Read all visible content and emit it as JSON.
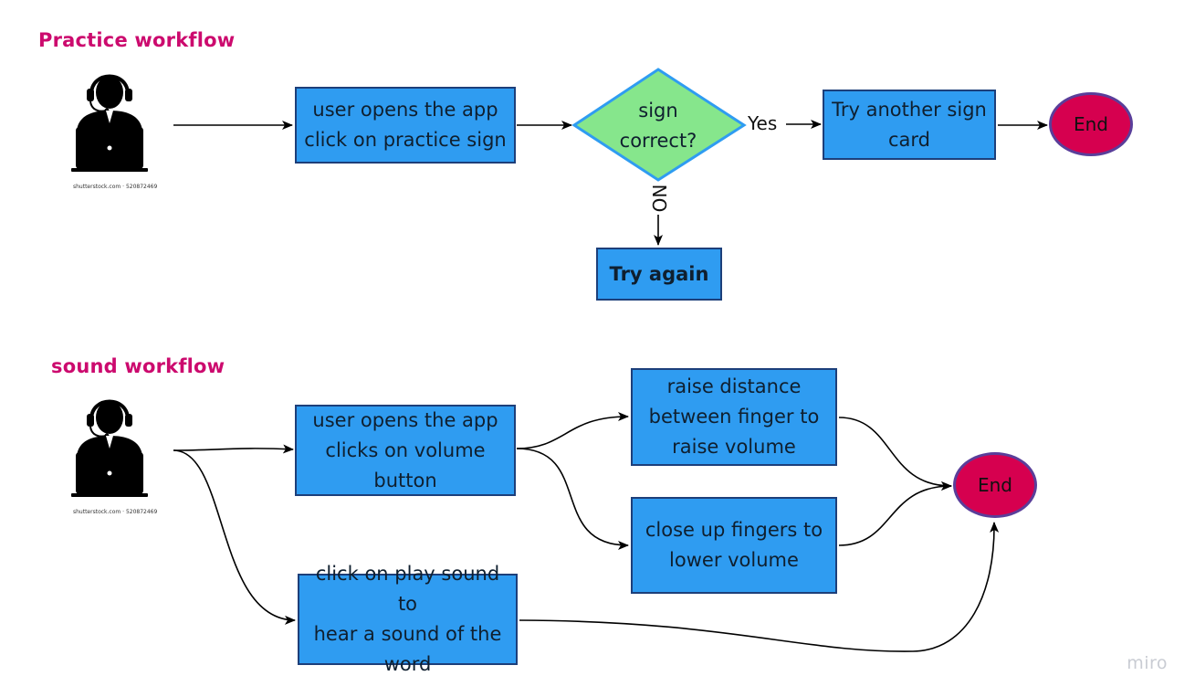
{
  "practice": {
    "title": "Practice workflow",
    "avatar_caption": "shutterstock.com · 520872469",
    "step1": "user opens the app\nclick on practice sign",
    "decision": "sign\ncorrect?",
    "yes_label": "Yes",
    "no_label": "NO",
    "step_yes": "Try another sign\ncard",
    "step_no": "Try again",
    "end": "End"
  },
  "sound": {
    "title": "sound workflow",
    "avatar_caption": "shutterstock.com · 520872469",
    "step1": "user opens the app\nclicks on volume\nbutton",
    "raise": "raise distance\nbetween finger to\nraise volume",
    "lower": "close up  fingers to\nlower volume",
    "play": "click on play sound to\nhear a sound of the\nword",
    "end": "End"
  },
  "watermark": "miro",
  "colors": {
    "title": "#cc0a6e",
    "box_fill": "#2f9cf1",
    "box_border": "#1d3f7a",
    "diamond_fill": "#86e68c",
    "diamond_border": "#2f9cf1",
    "end_fill": "#d6004f",
    "end_border": "#5a3e9a"
  },
  "icons": [
    "support-agent-icon"
  ]
}
